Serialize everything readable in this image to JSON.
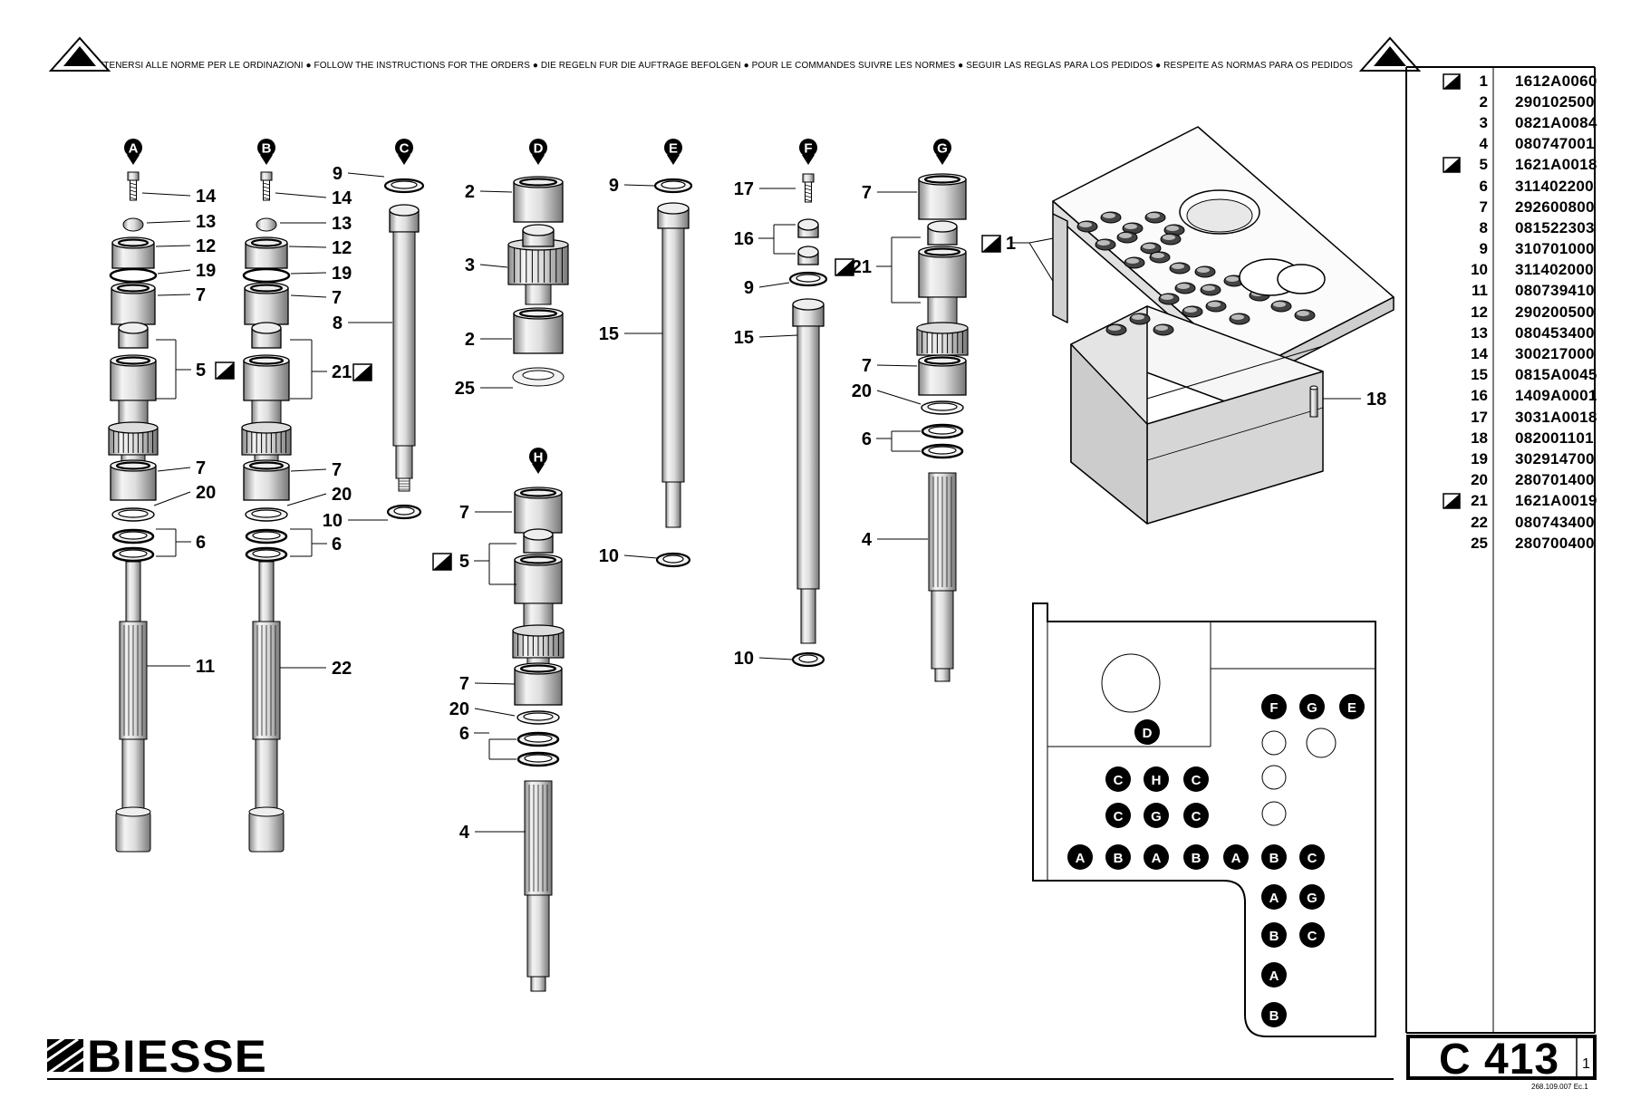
{
  "header": {
    "instructions": "ATTENERSI ALLE NORME PER LE ORDINAZIONI ● FOLLOW THE INSTRUCTIONS FOR THE ORDERS ● DIE REGELN FUR DIE AUFTRAGE BEFOLGEN ● POUR LE COMMANDES SUIVRE LES NORMES ● SEGUIR LAS REGLAS PARA LOS PEDIDOS ● RESPEITE AS NORMAS PARA OS PEDIDOS",
    "warning_icon": "warning-triangle-icon"
  },
  "footer": {
    "brand": "BIESSE",
    "brand_icon": "biesse-stripe-logo",
    "page_code": "C 413",
    "sheet": "1",
    "doc_ref": "268.109.007 Ec.1"
  },
  "assembly_labels": [
    "A",
    "B",
    "C",
    "D",
    "E",
    "F",
    "G",
    "H"
  ],
  "callouts": {
    "A": [
      "14",
      "13",
      "12",
      "19",
      "7",
      "5",
      "7",
      "20",
      "6",
      "11"
    ],
    "B": [
      "14",
      "13",
      "12",
      "19",
      "7",
      "21",
      "7",
      "20",
      "6",
      "22"
    ],
    "C": [
      "9",
      "8",
      "10"
    ],
    "D": [
      "2",
      "3",
      "2",
      "25"
    ],
    "E": [
      "9",
      "15",
      "10"
    ],
    "F": [
      "17",
      "16",
      "9",
      "15",
      "10"
    ],
    "G": [
      "7",
      "21",
      "7",
      "20",
      "6",
      "4"
    ],
    "H": [
      "7",
      "5",
      "7",
      "20",
      "6",
      "4"
    ],
    "housing": [
      "1",
      "18"
    ]
  },
  "layout_map": {
    "rows": [
      [
        "F",
        "G",
        "E"
      ],
      [
        "D"
      ],
      [
        "C",
        "H",
        "C"
      ],
      [
        "C",
        "G",
        "C"
      ],
      [
        "A",
        "B",
        "A",
        "B",
        "A",
        "B",
        "C"
      ],
      [
        "A",
        "G"
      ],
      [
        "B",
        "C"
      ],
      [
        "A"
      ],
      [
        "B"
      ]
    ]
  },
  "parts_list": [
    {
      "ref": "1",
      "code": "1612A0060",
      "kit": true
    },
    {
      "ref": "2",
      "code": "290102500",
      "kit": false
    },
    {
      "ref": "3",
      "code": "0821A0084",
      "kit": false
    },
    {
      "ref": "4",
      "code": "080747001",
      "kit": false
    },
    {
      "ref": "5",
      "code": "1621A0018",
      "kit": true
    },
    {
      "ref": "6",
      "code": "311402200",
      "kit": false
    },
    {
      "ref": "7",
      "code": "292600800",
      "kit": false
    },
    {
      "ref": "8",
      "code": "081522303",
      "kit": false
    },
    {
      "ref": "9",
      "code": "310701000",
      "kit": false
    },
    {
      "ref": "10",
      "code": "311402000",
      "kit": false
    },
    {
      "ref": "11",
      "code": "080739410",
      "kit": false
    },
    {
      "ref": "12",
      "code": "290200500",
      "kit": false
    },
    {
      "ref": "13",
      "code": "080453400",
      "kit": false
    },
    {
      "ref": "14",
      "code": "300217000",
      "kit": false
    },
    {
      "ref": "15",
      "code": "0815A0045",
      "kit": false
    },
    {
      "ref": "16",
      "code": "1409A0001",
      "kit": false
    },
    {
      "ref": "17",
      "code": "3031A0018",
      "kit": false
    },
    {
      "ref": "18",
      "code": "082001101",
      "kit": false
    },
    {
      "ref": "19",
      "code": "302914700",
      "kit": false
    },
    {
      "ref": "20",
      "code": "280701400",
      "kit": false
    },
    {
      "ref": "21",
      "code": "1621A0019",
      "kit": true
    },
    {
      "ref": "22",
      "code": "080743400",
      "kit": false
    },
    {
      "ref": "25",
      "code": "280700400",
      "kit": false
    }
  ]
}
